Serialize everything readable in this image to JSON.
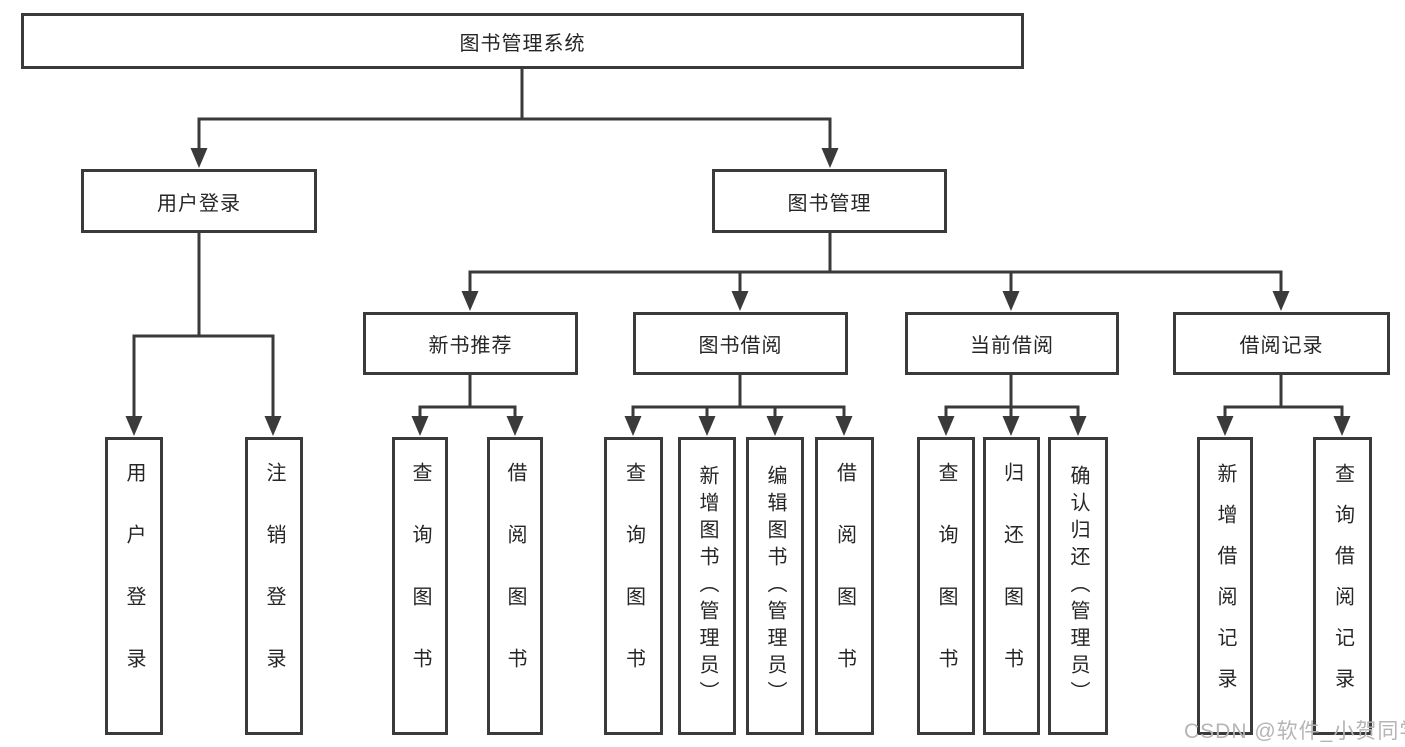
{
  "diagram": {
    "root": {
      "label": "图书管理系统",
      "children": [
        {
          "label": "用户登录",
          "children": [
            {
              "label": "用户登录"
            },
            {
              "label": "注销登录"
            }
          ]
        },
        {
          "label": "图书管理",
          "children": [
            {
              "label": "新书推荐",
              "children": [
                {
                  "label": "查询图书"
                },
                {
                  "label": "借阅图书"
                }
              ]
            },
            {
              "label": "图书借阅",
              "children": [
                {
                  "label": "查询图书"
                },
                {
                  "label": "新增图书（管理员）"
                },
                {
                  "label": "编辑图书（管理员）"
                },
                {
                  "label": "借阅图书"
                }
              ]
            },
            {
              "label": "当前借阅",
              "children": [
                {
                  "label": "查询图书"
                },
                {
                  "label": "归还图书"
                },
                {
                  "label": "确认归还（管理员）"
                }
              ]
            },
            {
              "label": "借阅记录",
              "children": [
                {
                  "label": "新增借阅记录"
                },
                {
                  "label": "查询借阅记录"
                }
              ]
            }
          ]
        }
      ]
    },
    "line_color": "#3a3a3a",
    "text_color": "#262626",
    "watermark_color": "#b5b5b5"
  },
  "watermark": "CSDN @软件_小贺同学"
}
